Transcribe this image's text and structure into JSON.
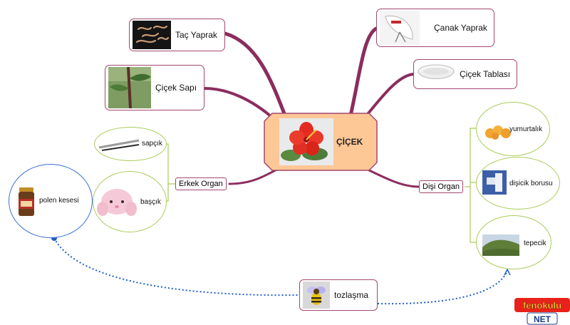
{
  "center": {
    "label": "ÇİÇEK"
  },
  "branches": {
    "tac_yaprak": "Taç Yaprak",
    "canak_yaprak": "Çanak Yaprak",
    "cicek_sapi": "Çiçek Sapı",
    "cicek_tablasi": "Çiçek Tablası",
    "erkek_organ": "Erkek Organ",
    "disi_organ": "Dişi Organ"
  },
  "erkek_parts": {
    "sapcik": "sapçık",
    "bascik": "başçık",
    "polen_kesesi": "polen kesesi"
  },
  "disi_parts": {
    "yumurtalik": "yumurtalık",
    "disicik_borusu": "dişicik borusu",
    "tepecik": "tepecik"
  },
  "tozlasma": "tozlaşma",
  "logo": {
    "line1": "fenokulu",
    "line2": "NET"
  },
  "colors": {
    "branch": "#8b2d5e",
    "oval_green": "#a9cc5c",
    "oval_blue": "#3a6fd8",
    "dotted": "#1f5fc8",
    "center_fill": "#fdc896"
  }
}
